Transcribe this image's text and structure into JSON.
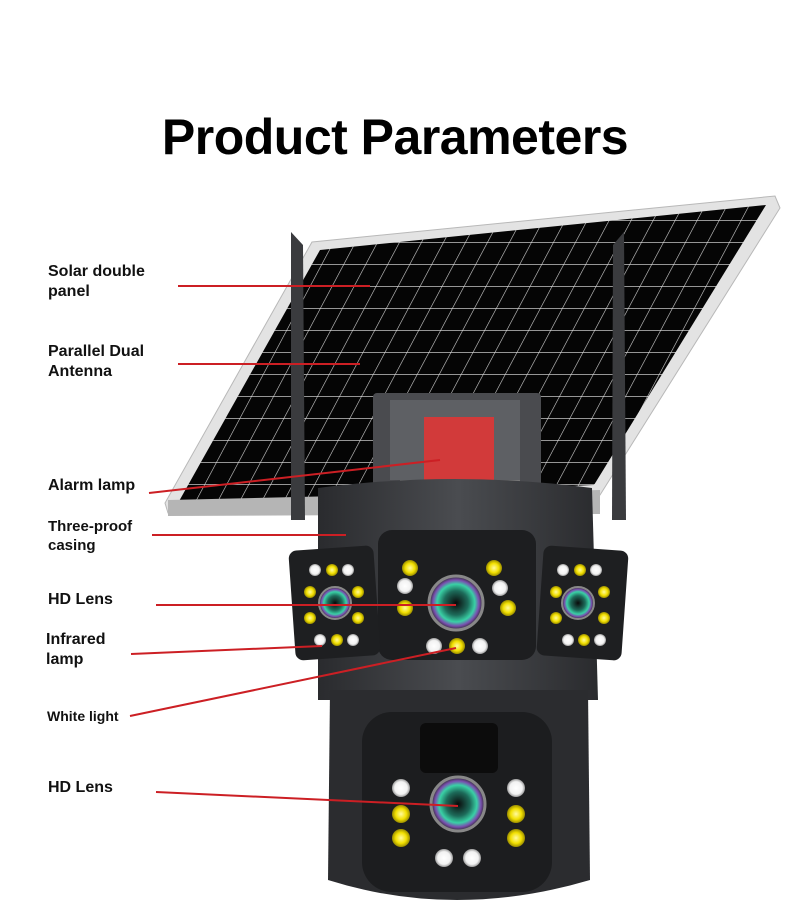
{
  "title": "Product Parameters",
  "accent_color": "#cc1f24",
  "labels": [
    {
      "id": "solar-panel",
      "line1": "Solar double",
      "line2": "panel"
    },
    {
      "id": "antenna",
      "line1": "Parallel Dual",
      "line2": "Antenna"
    },
    {
      "id": "alarm-lamp",
      "line1": "Alarm lamp",
      "line2": ""
    },
    {
      "id": "casing",
      "line1": "Three-proof",
      "line2": "casing"
    },
    {
      "id": "hd-lens-top",
      "line1": "HD Lens",
      "line2": ""
    },
    {
      "id": "infrared-lamp",
      "line1": "Infrared",
      "line2": "lamp"
    },
    {
      "id": "white-light",
      "line1": "White light",
      "line2": ""
    },
    {
      "id": "hd-lens-bottom",
      "line1": "HD Lens",
      "line2": ""
    }
  ]
}
